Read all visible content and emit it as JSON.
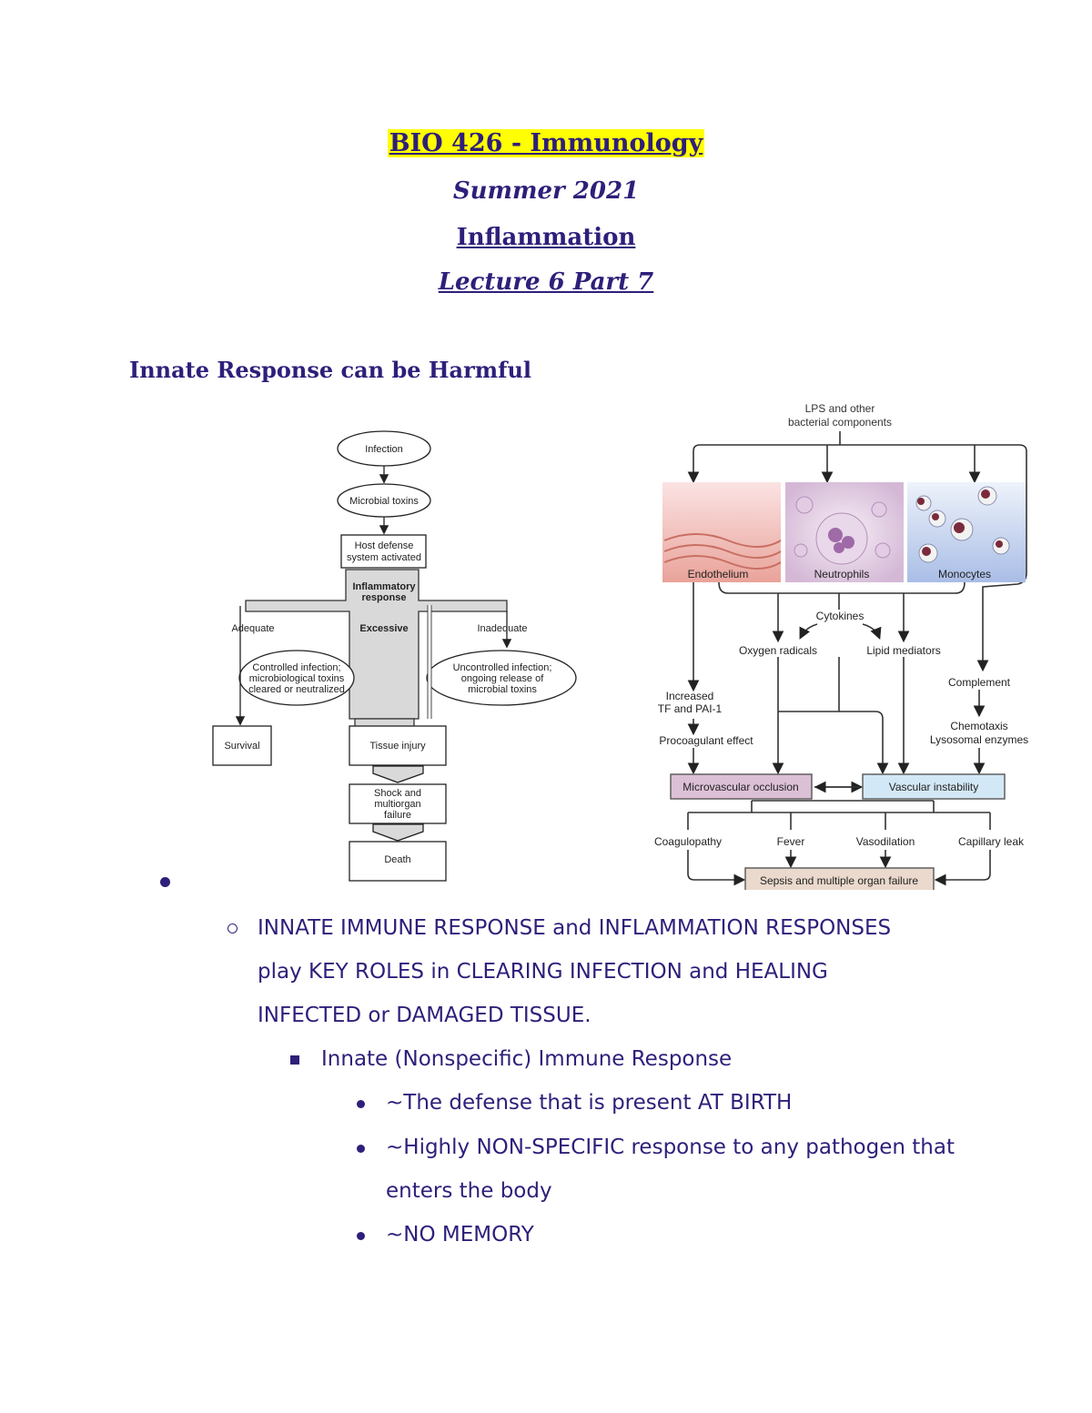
{
  "title": {
    "course": "BIO 426 - Immunology",
    "term": "Summer 2021",
    "topic": "Inflammation",
    "lecture": "Lecture 6 Part 7"
  },
  "section_heading": "Innate Response can be Harmful",
  "flowchart_left": {
    "infection": "Infection",
    "toxins": "Microbial toxins",
    "host_1": "Host defense",
    "host_2": "system activated",
    "inflam_1": "Inflammatory",
    "inflam_2": "response",
    "adequate": "Adequate",
    "excessive": "Excessive",
    "inadequate": "Inadequate",
    "controlled_1": "Controlled infection;",
    "controlled_2": "microbiological toxins",
    "controlled_3": "cleared or neutralized",
    "uncontrolled_1": "Uncontrolled infection;",
    "uncontrolled_2": "ongoing release of",
    "uncontrolled_3": "microbial toxins",
    "survival": "Survival",
    "tissue_injury": "Tissue injury",
    "shock_1": "Shock and",
    "shock_2": "multiorgan",
    "shock_3": "failure",
    "death": "Death"
  },
  "flowchart_right": {
    "lps_1": "LPS and other",
    "lps_2": "bacterial components",
    "endothelium": "Endothelium",
    "neutrophils": "Neutrophils",
    "monocytes": "Monocytes",
    "cytokines": "Cytokines",
    "oxygen": "Oxygen radicals",
    "lipid": "Lipid mediators",
    "increased_1": "Increased",
    "increased_2": "TF and PAI-1",
    "procoag": "Procoagulant effect",
    "complement": "Complement",
    "chemo_1": "Chemotaxis",
    "chemo_2": "Lysosomal enzymes",
    "micro": "Microvascular occlusion",
    "vascular": "Vascular instability",
    "coag": "Coagulopathy",
    "fever": "Fever",
    "vasodil": "Vasodilation",
    "capleak": "Capillary leak",
    "sepsis": "Sepsis and multiple organ failure"
  },
  "bullets": {
    "main_1": "INNATE IMMUNE RESPONSE and INFLAMMATION RESPONSES",
    "main_2": "play KEY ROLES in CLEARING INFECTION and HEALING",
    "main_3": "INFECTED or DAMAGED TISSUE.",
    "sub": "Innate (Nonspecific) Immune Response",
    "item_1": "~The defense that is present AT BIRTH",
    "item_2a": "~Highly NON-SPECIFIC response to any pathogen that",
    "item_2b": "enters the body",
    "item_3": "~NO MEMORY"
  },
  "colors": {
    "text": "#2e1f7a",
    "highlight": "#ffff00",
    "micro_box": "#dcc0d6",
    "vascular_box": "#d3e8f6",
    "sepsis_box": "#ead9cc"
  }
}
